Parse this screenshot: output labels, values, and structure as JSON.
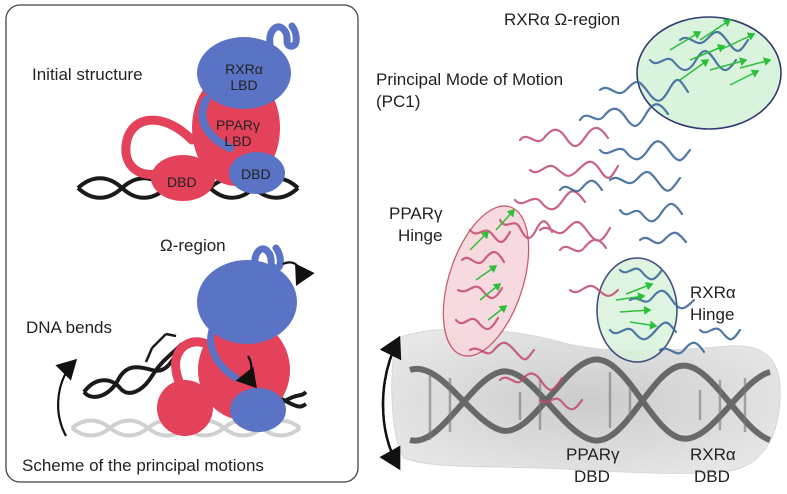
{
  "left_panel": {
    "initial_title": "Initial structure",
    "rxr_ligand": "RXRα\nLBD",
    "ppar_ligand": "PPARγ\nLBD",
    "dbd_left": "DBD",
    "dbd_right": "DBD",
    "omega_region": "Ω-region",
    "dna_bends": "DNA bends",
    "caption": "Scheme of the principal motions"
  },
  "right_panel": {
    "rxr_omega": "RXRα Ω-region",
    "principal_mode": "Principal Mode of Motion",
    "pc1": "(PC1)",
    "ppar_hinge_1": "PPARγ",
    "ppar_hinge_2": "Hinge",
    "rxr_hinge_1": "RXRα",
    "rxr_hinge_2": "Hinge",
    "ppar_dbd_1": "PPARγ",
    "ppar_dbd_2": "DBD",
    "rxr_dbd_1": "RXRα",
    "rxr_dbd_2": "DBD"
  },
  "colors": {
    "rxr_blue": "#5a73c4",
    "ppar_red": "#e4415a",
    "dna_black": "#1a1a1a",
    "omega_ellipse_fill": "#d9f3dc",
    "ppar_hinge_fill": "#f7d7dc"
  }
}
